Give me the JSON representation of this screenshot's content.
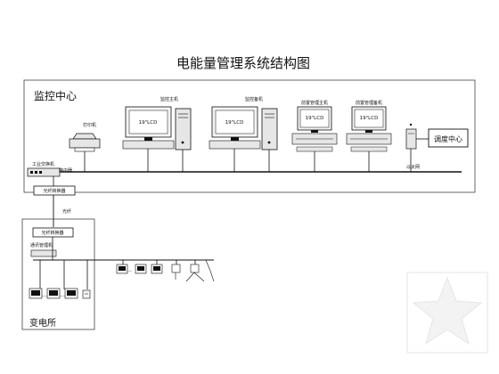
{
  "diagram_title": "电能量管理系统结构图",
  "regions": {
    "control_center": "监控中心",
    "substation": "变电所"
  },
  "workstations": [
    {
      "caption": "监控主机",
      "monitor": "19\"LCD"
    },
    {
      "caption": "监控备机",
      "monitor": "19\"LCD"
    },
    {
      "caption": "前置管理主机",
      "monitor": "19\"LCD"
    },
    {
      "caption": "前置管理备机",
      "monitor": "19\"LCD"
    }
  ],
  "devices": {
    "printer": "打印机",
    "switch": "工业交换机",
    "router": "路由器",
    "dispatch_center": "调度中心",
    "converter_top": "光纤转换器",
    "converter_bottom": "光纤转换器",
    "comm_manager": "通讯管理机",
    "fiber": "光纤",
    "bus": "以太网"
  },
  "colors": {
    "line": "#111111",
    "frame": "#444444",
    "screen": "#f4f4f4",
    "device_fill": "#e6e6e6",
    "watermark": "#e3e3e3"
  }
}
